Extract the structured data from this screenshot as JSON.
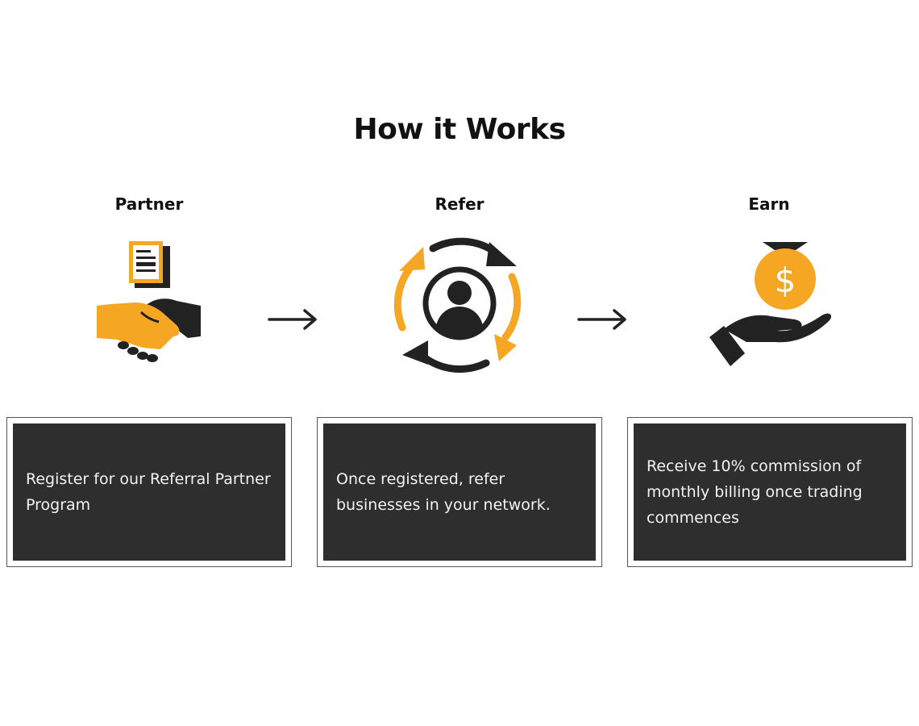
{
  "page": {
    "title": "How it Works"
  },
  "colors": {
    "accent": "#f5a623",
    "dark": "#222222",
    "card_bg": "#2e2e2e",
    "card_text": "#f2f2f2"
  },
  "steps": [
    {
      "label": "Partner",
      "icon": "handshake-document-icon",
      "description": "Register for our Referral Partner Program"
    },
    {
      "label": "Refer",
      "icon": "refer-cycle-person-icon",
      "description": "Once registered, refer businesses in your network."
    },
    {
      "label": "Earn",
      "icon": "hand-coin-icon",
      "description": "Receive 10% commission of monthly billing once trading commences"
    }
  ],
  "connectors": [
    "arrow-right-icon",
    "arrow-right-icon"
  ]
}
